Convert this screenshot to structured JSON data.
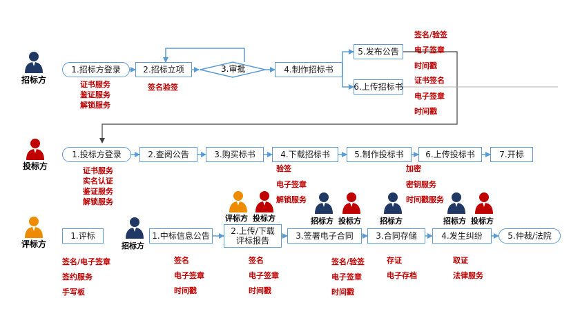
{
  "roles": {
    "tenderer": "招标方",
    "bidder": "投标方",
    "evaluator": "评标方"
  },
  "colors": {
    "box_border": "#5b9bd5",
    "accent_text": "#c00000",
    "tenderer_icon": "#1f3864",
    "bidder_icon": "#c00000",
    "evaluator_icon": "#ed8c00"
  },
  "row1": {
    "steps": [
      "1.招标方登录",
      "2.招标立项",
      "3.审批",
      "4.制作招标书",
      "5.发布公告",
      "6.上传招标书"
    ],
    "notes": {
      "login": [
        "证书服务",
        "鉴证服务",
        "解锁服务"
      ],
      "project": [
        "签名验签"
      ],
      "publish": [
        "签名/验签",
        "电子签章",
        "时间戳"
      ],
      "upload": [
        "证书签名",
        "电子签章",
        "时间戳"
      ]
    }
  },
  "row2": {
    "steps": [
      "1.投标方登录",
      "2.查阅公告",
      "3.购买标书",
      "4.下载招标书",
      "5.制作投标书",
      "6.上传投标书",
      "7.开标"
    ],
    "notes": {
      "login": [
        "证书服务",
        "实名认证",
        "鉴证服务",
        "解锁服务"
      ],
      "download": [
        "验签",
        "电子签章",
        "解锁服务"
      ],
      "upload": [
        "加密",
        "密钥服务",
        "时间戳服务"
      ]
    }
  },
  "row3": {
    "steps": [
      "1.评标",
      "1.中标信息公告",
      "2.上传/下载",
      "评标报告",
      "3.签署电子合同",
      "3.合同存储",
      "4.发生纠纷",
      "5.仲裁/法院"
    ],
    "notes": {
      "evaluate": [
        "签名/电子签章",
        "签约服务",
        "手写板"
      ],
      "announce": [
        "签名",
        "电子签章",
        "时间戳"
      ],
      "report": [
        "签名",
        "电子签章",
        "时间戳"
      ],
      "contract": [
        "签名/验签",
        "电子签章",
        "时间戳"
      ],
      "storage": [
        "存证",
        "电子存档"
      ],
      "dispute": [
        "取证",
        "法律服务"
      ]
    }
  }
}
